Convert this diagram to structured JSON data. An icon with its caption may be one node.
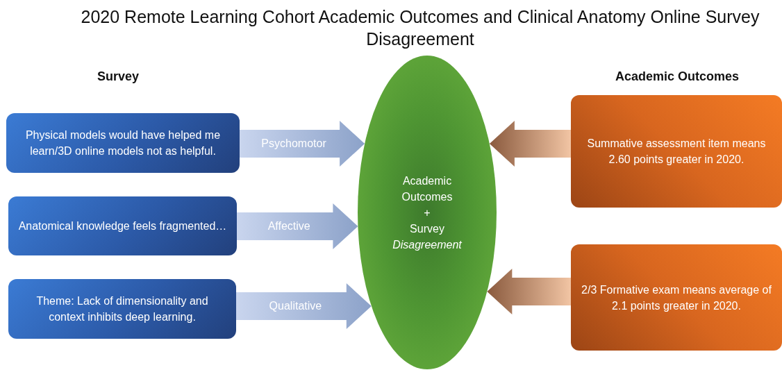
{
  "diagram": {
    "title": "2020 Remote Learning Cohort Academic Outcomes and Clinical Anatomy Online Survey Disagreement",
    "nodes": [
      {
        "text": [
          "Physical models would have helped me learn/3D online models not as helpful."
        ]
      },
      {
        "text": [
          "Anatomical knowledge feels fragmented…"
        ]
      },
      {
        "text": [
          "Theme: Lack of dimensionality and context inhibits deep learning."
        ]
      },
      {
        "text": [
          "Academic Outcomes",
          "+",
          "Survey *Disagreement*"
        ]
      },
      {
        "text": [
          "Summative assessment item means 2.60 points greater in 2020."
        ]
      },
      {
        "text": [
          "2/3 Formative exam means average of 2.1 points greater in 2020."
        ]
      }
    ],
    "edges": [
      {
        "from": 0,
        "to": 3,
        "arrow": "to",
        "label": "Psychomotor"
      },
      {
        "from": 1,
        "to": 3,
        "arrow": "to",
        "label": "Affective"
      },
      {
        "from": 2,
        "to": 3,
        "arrow": "to",
        "label": "Qualitative"
      },
      {
        "from": 4,
        "to": 3,
        "arrow": "to"
      },
      {
        "from": 5,
        "to": 3,
        "arrow": "to"
      }
    ],
    "labels": [
      "Survey",
      "Academic Outcomes"
    ]
  }
}
